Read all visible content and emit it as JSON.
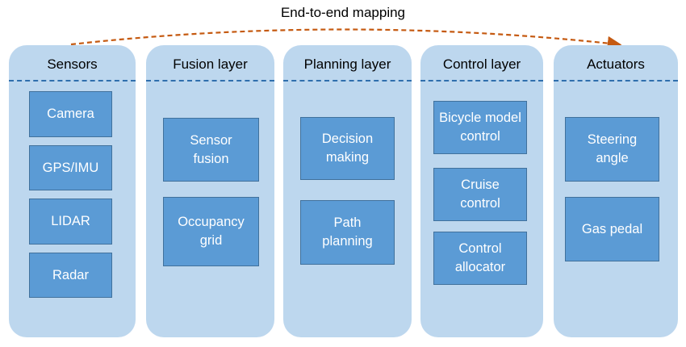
{
  "diagram": {
    "title": "End-to-end mapping",
    "columns": [
      {
        "header": "Sensors",
        "items": [
          "Camera",
          "GPS/IMU",
          "LIDAR",
          "Radar"
        ]
      },
      {
        "header": "Fusion layer",
        "items": [
          "Sensor\nfusion",
          "Occupancy\ngrid"
        ]
      },
      {
        "header": "Planning layer",
        "items": [
          "Decision\nmaking",
          "Path\nplanning"
        ]
      },
      {
        "header": "Control layer",
        "items": [
          "Bicycle model\ncontrol",
          "Cruise\ncontrol",
          "Control\nallocator"
        ]
      },
      {
        "header": "Actuators",
        "items": [
          "Steering\nangle",
          "Gas pedal"
        ]
      }
    ],
    "colors": {
      "column_fill": "#bdd7ee",
      "box_fill": "#5b9bd5",
      "box_border": "#41719c",
      "divider": "#2f6fad",
      "arrow": "#c55a11"
    }
  }
}
